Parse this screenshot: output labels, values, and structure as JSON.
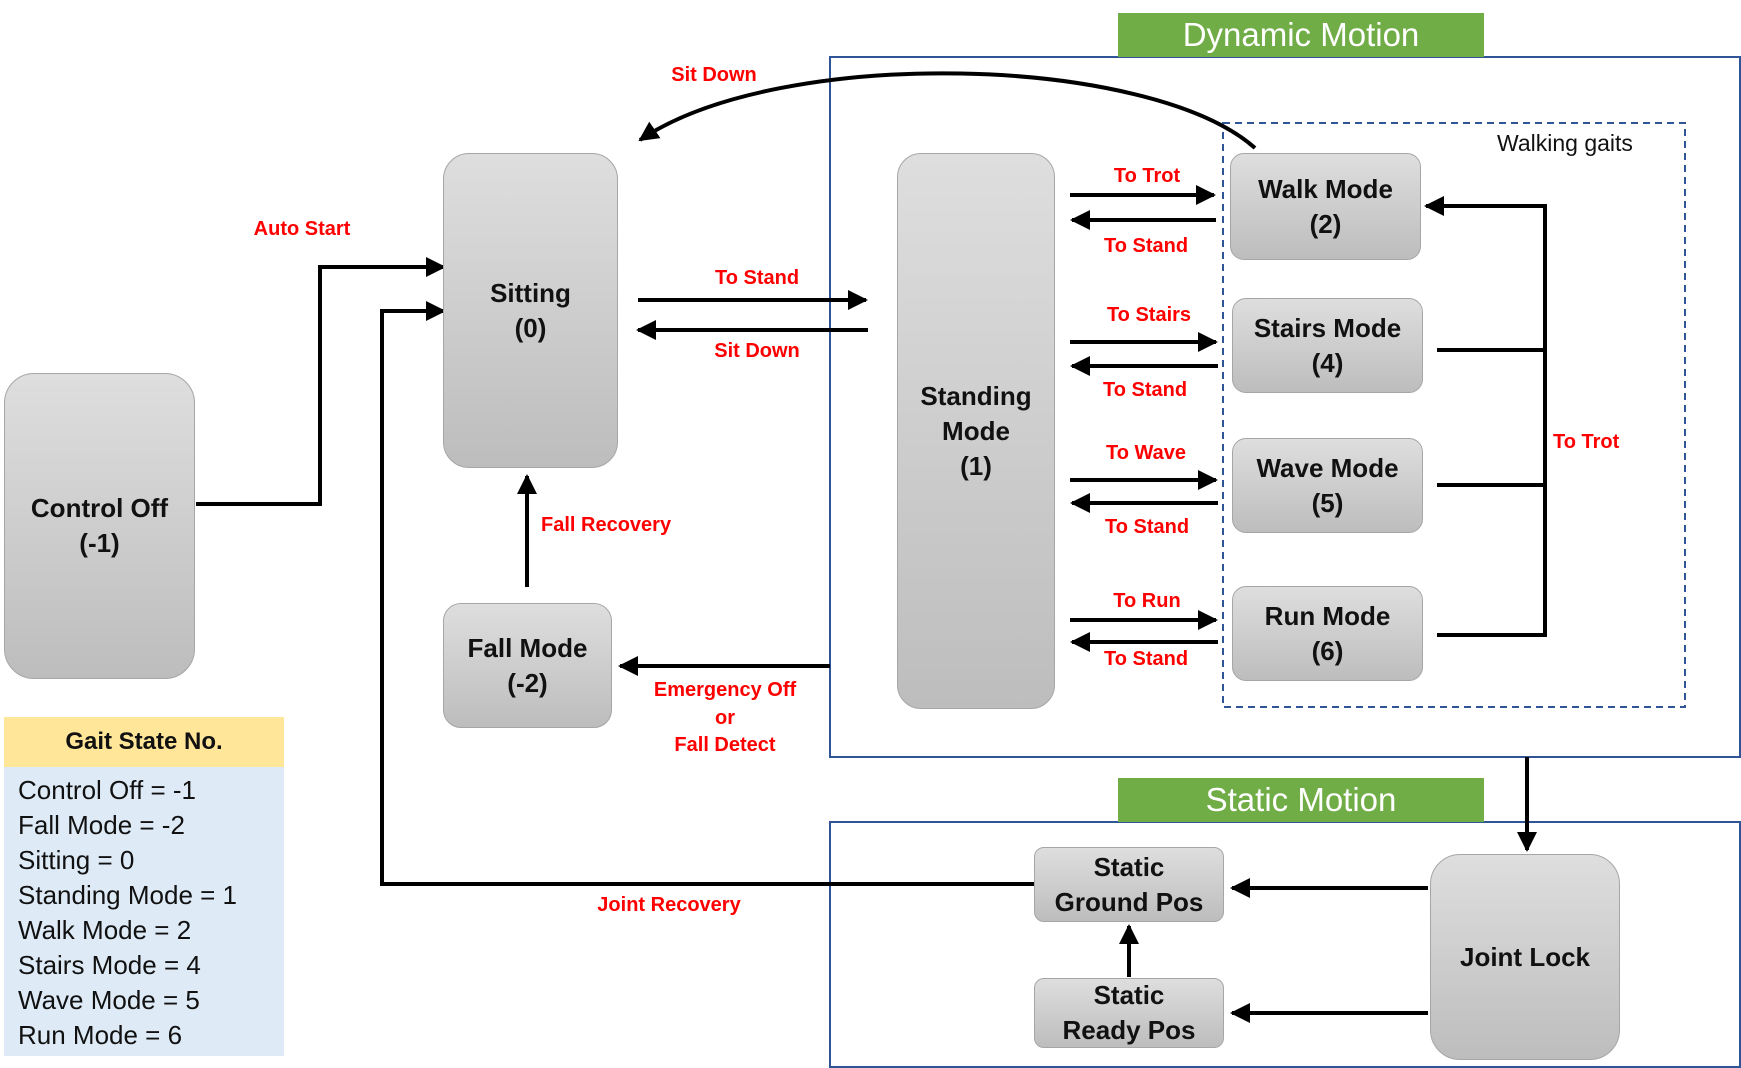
{
  "regions": {
    "dynamic_motion": "Dynamic Motion",
    "static_motion": "Static Motion",
    "walking_gaits": "Walking gaits"
  },
  "states": {
    "control_off": [
      "Control Off",
      "(-1)"
    ],
    "sitting": [
      "Sitting",
      "(0)"
    ],
    "fall_mode": [
      "Fall Mode",
      "(-2)"
    ],
    "standing_mode": [
      "Standing",
      "Mode",
      "(1)"
    ],
    "walk_mode": [
      "Walk Mode",
      "(2)"
    ],
    "stairs_mode": [
      "Stairs Mode",
      "(4)"
    ],
    "wave_mode": [
      "Wave Mode",
      "(5)"
    ],
    "run_mode": [
      "Run Mode",
      "(6)"
    ],
    "static_ground_pos": [
      "Static",
      "Ground Pos"
    ],
    "static_ready_pos": [
      "Static",
      "Ready Pos"
    ],
    "joint_lock": [
      "Joint Lock"
    ]
  },
  "transitions": {
    "auto_start": "Auto Start",
    "sit_down_top": "Sit Down",
    "to_stand_sitting": "To Stand",
    "sit_down_sitting": "Sit Down",
    "fall_recovery": "Fall Recovery",
    "emergency_off": "Emergency Off",
    "or": "or",
    "fall_detect": "Fall Detect",
    "to_trot_walk": "To Trot",
    "to_stand_walk": "To Stand",
    "to_stairs": "To Stairs",
    "to_stand_stairs": "To Stand",
    "to_wave": "To Wave",
    "to_stand_wave": "To Stand",
    "to_run": "To Run",
    "to_stand_run": "To Stand",
    "to_trot_right": "To Trot",
    "joint_recovery": "Joint Recovery"
  },
  "legend": {
    "title": "Gait State No.",
    "rows": [
      "Control Off = -1",
      "Fall Mode = -2",
      "Sitting = 0",
      "Standing Mode = 1",
      "Walk Mode = 2",
      "Stairs Mode = 4",
      "Wave Mode = 5",
      "Run Mode = 6"
    ]
  },
  "colors": {
    "banner": "#70ad47",
    "region_border": "#2f5597",
    "transition_label": "#ff0000",
    "legend_header": "#ffe699",
    "legend_body": "#deebf7"
  }
}
